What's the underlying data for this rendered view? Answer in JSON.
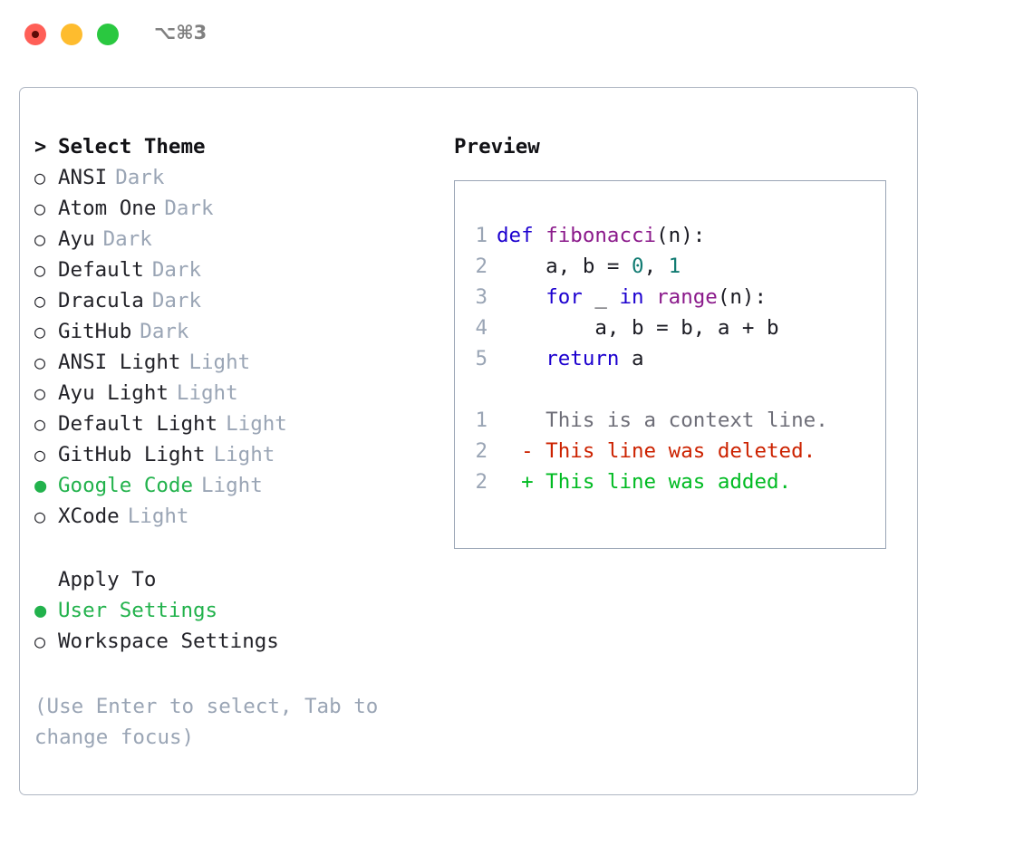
{
  "titlebar": {
    "shortcut": "⌥⌘3",
    "buttons": [
      {
        "name": "close",
        "color": "#ff5f57"
      },
      {
        "name": "minimize",
        "color": "#febc2e"
      },
      {
        "name": "maximize",
        "color": "#2ac840"
      }
    ]
  },
  "theme_picker": {
    "heading": "Select Theme",
    "heading_marker": ">",
    "selected_marker": "●",
    "unselected_marker": "○",
    "selected_color": "#22b24c",
    "tag_color": "#9aa5b5",
    "items": [
      {
        "label": "ANSI",
        "tag": "Dark",
        "selected": false
      },
      {
        "label": "Atom One",
        "tag": "Dark",
        "selected": false
      },
      {
        "label": "Ayu",
        "tag": "Dark",
        "selected": false
      },
      {
        "label": "Default",
        "tag": "Dark",
        "selected": false
      },
      {
        "label": "Dracula",
        "tag": "Dark",
        "selected": false
      },
      {
        "label": "GitHub",
        "tag": "Dark",
        "selected": false
      },
      {
        "label": "ANSI Light",
        "tag": "Light",
        "selected": false
      },
      {
        "label": "Ayu Light",
        "tag": "Light",
        "selected": false
      },
      {
        "label": "Default Light",
        "tag": "Light",
        "selected": false
      },
      {
        "label": "GitHub Light",
        "tag": "Light",
        "selected": false
      },
      {
        "label": "Google Code",
        "tag": "Light",
        "selected": true
      },
      {
        "label": "XCode",
        "tag": "Light",
        "selected": false
      }
    ]
  },
  "apply_to": {
    "heading": "Apply To",
    "items": [
      {
        "label": "User Settings",
        "selected": true
      },
      {
        "label": "Workspace Settings",
        "selected": false
      }
    ]
  },
  "help": {
    "line1": "(Use Enter to select, Tab to",
    "line2": "change focus)"
  },
  "preview": {
    "heading": "Preview",
    "code_lines": [
      {
        "no": "1",
        "tokens": [
          {
            "t": "def ",
            "c": "kw"
          },
          {
            "t": "fibonacci",
            "c": "fn"
          },
          {
            "t": "(n):",
            "c": "pl"
          }
        ]
      },
      {
        "no": "2",
        "tokens": [
          {
            "t": "    a, b = ",
            "c": "pl"
          },
          {
            "t": "0",
            "c": "num"
          },
          {
            "t": ", ",
            "c": "pl"
          },
          {
            "t": "1",
            "c": "num"
          }
        ]
      },
      {
        "no": "3",
        "tokens": [
          {
            "t": "    ",
            "c": "pl"
          },
          {
            "t": "for",
            "c": "kw"
          },
          {
            "t": " _ ",
            "c": "pl"
          },
          {
            "t": "in",
            "c": "kw"
          },
          {
            "t": " ",
            "c": "pl"
          },
          {
            "t": "range",
            "c": "fn"
          },
          {
            "t": "(n):",
            "c": "pl"
          }
        ]
      },
      {
        "no": "4",
        "tokens": [
          {
            "t": "        a, b = b, a + b",
            "c": "pl"
          }
        ]
      },
      {
        "no": "5",
        "tokens": [
          {
            "t": "    ",
            "c": "pl"
          },
          {
            "t": "return",
            "c": "kw"
          },
          {
            "t": " a",
            "c": "pl"
          }
        ]
      }
    ],
    "diff_lines": [
      {
        "no": "1",
        "marker": " ",
        "text": "This is a context line.",
        "kind": "ctx"
      },
      {
        "no": "2",
        "marker": "-",
        "text": "This line was deleted.",
        "kind": "del"
      },
      {
        "no": "2",
        "marker": "+",
        "text": "This line was added.",
        "kind": "add"
      }
    ],
    "colors": {
      "keyword": "#1c00cf",
      "function": "#8b1a8b",
      "number": "#117b72",
      "plain": "#1a1a22",
      "diff_context": "#6e6e78",
      "diff_deleted": "#cc2200",
      "diff_added": "#00bb22",
      "lineno": "#9aa5b5"
    }
  }
}
